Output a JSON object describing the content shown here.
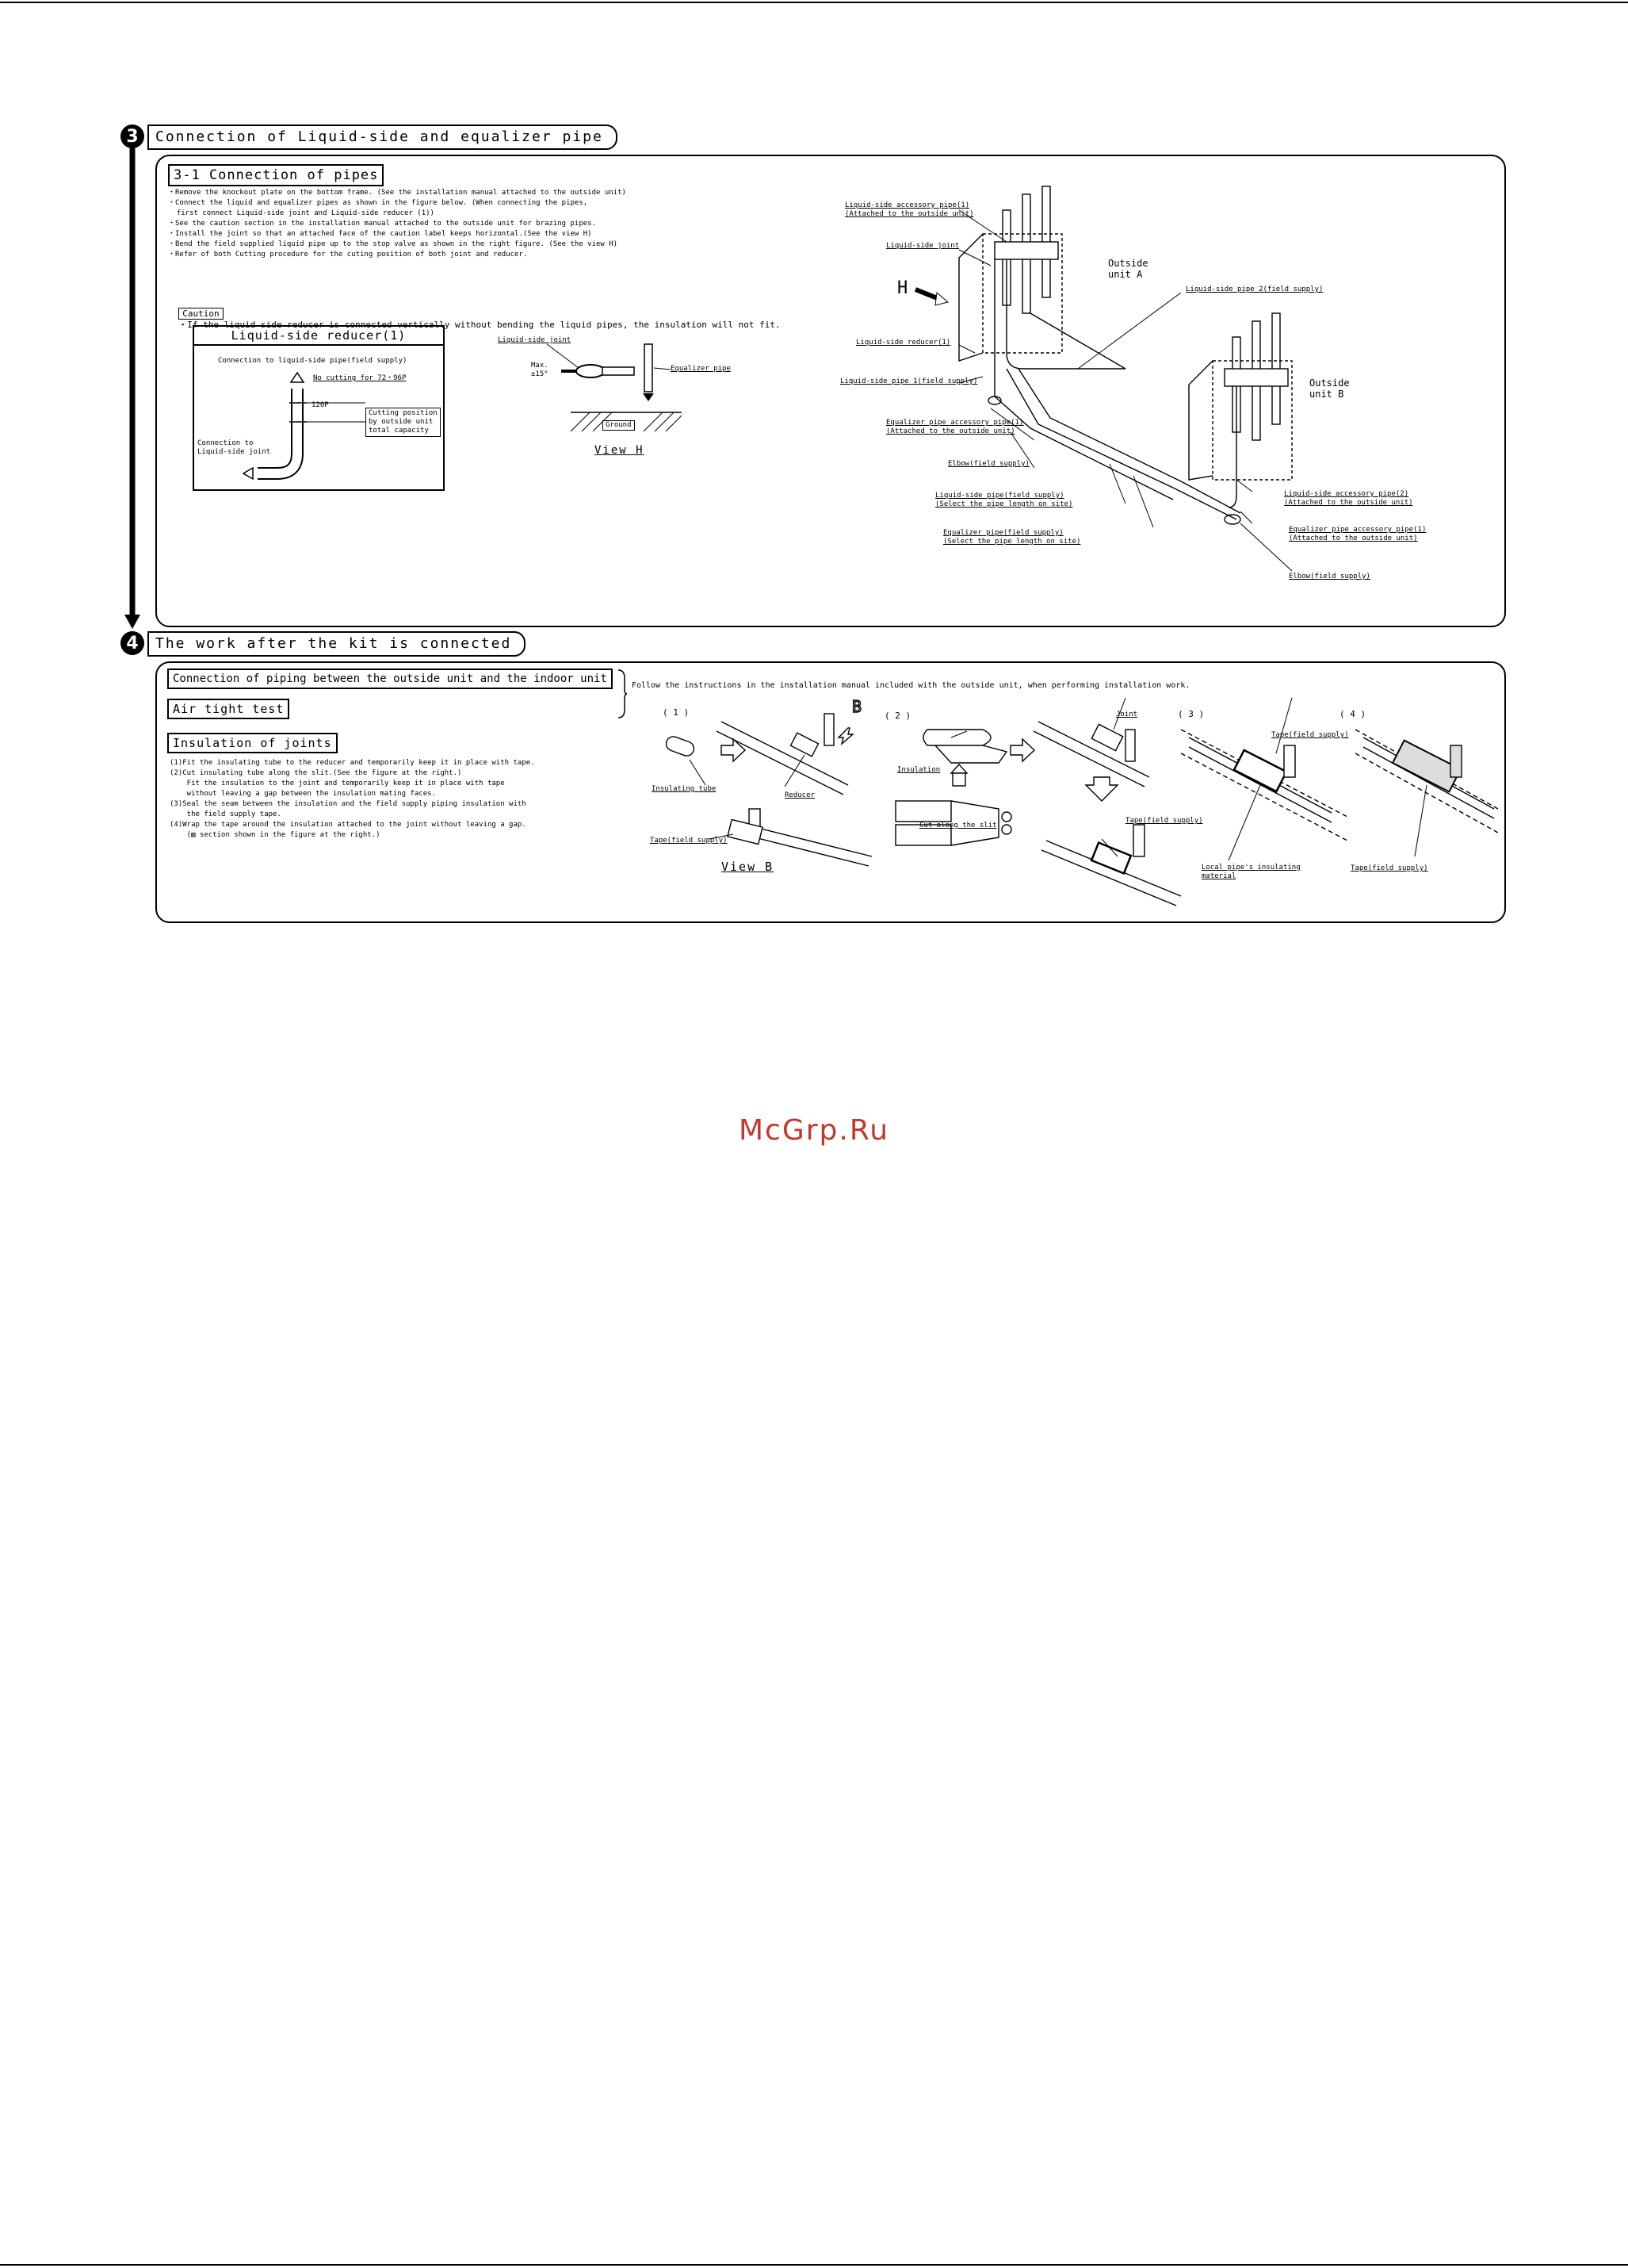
{
  "step3": {
    "number": "3",
    "title": "Connection of Liquid-side and equalizer pipe",
    "heading": "3-1 Connection of pipes",
    "instructions": [
      "・Remove the knockout plate on the bottom frame. (See the installation manual attached to the outside unit)",
      "・Connect the liquid and equalizer pipes as shown in the figure below. (When connecting the pipes,",
      "  first connect Liquid-side joint and Liquid-side reducer (1))",
      "・See the caution section in the installation manual attached to the outside unit for brazing pipes.",
      "・Install the joint so that an attached face of the caution label keeps horizontal.(See the view H)",
      "・Bend the field supplied liquid pipe up to the stop valve as shown in the right figure. (See the view H)",
      "・Refer of both Cutting procedure for the cuting position of both joint and reducer."
    ],
    "caution_label": "Caution",
    "caution_text": "・If the liquid side reducer is connected vertically without bending the liquid pipes, the insulation will not fit.",
    "reducer_box": {
      "title": "Liquid-side reducer(1)",
      "connect_field": "Connection to liquid-side pipe(field supply)",
      "no_cutting": "No cutting for 72・96P",
      "size": "120P",
      "cutting_position": "Cutting position\nby outside unit\ntotal capacity",
      "connect_joint": "Connection to\nLiquid-side joint"
    },
    "view_h": {
      "liquid_joint": "Liquid-side joint",
      "max_angle": "Max.\n±15°",
      "equalizer": "Equalizer pipe",
      "ground": "Ground",
      "view_label": "View H"
    },
    "diagram": {
      "h_marker": "H",
      "outside_a": "Outside\nunit A",
      "outside_b": "Outside\nunit B",
      "accessory1": "Liquid-side accessory pipe(1)\n(Attached to the outside unit)",
      "liquid_joint": "Liquid-side joint",
      "liquid_pipe2": "Liquid-side pipe 2(field supply)",
      "reducer1": "Liquid-side reducer(1)",
      "liquid_pipe1": "Liquid-side pipe 1(field supply)",
      "eq_accessory1": "Equalizer pipe accessory pipe(1)\n(Attached to the outside unit)",
      "elbow1": "Elbow(field supply)",
      "liquid_pipe_field": "Liquid-side pipe(field supply)\n(Select the pipe length on site)",
      "eq_pipe_field": "Equalizer pipe(field supply)\n(Select the pipe length on site)",
      "accessory2": "Liquid-side accessory pipe(2)\n(Attached to the outside unit)",
      "eq_accessory_b": "Equalizer pipe accessory pipe(1)\n(Attached to the outside unit)",
      "elbow2": "Elbow(field supply)"
    }
  },
  "step4": {
    "number": "4",
    "title": "The work after the kit is connected",
    "connection_heading": "Connection of piping between the outside unit and the indoor unit",
    "airtight_heading": "Air tight test",
    "follow_text": "Follow the instructions in the installation manual included with the outside unit, when performing installation work.",
    "insulation_heading": "Insulation of joints",
    "steps": [
      "(1)Fit the insulating tube to the reducer and temporarily keep it in place with tape.",
      "(2)Cut insulating tube along the slit.(See the figure at the right.)",
      "    Fit the insulation to the joint and temporarily keep it in place with tape",
      "    without leaving a gap between the insulation mating faces.",
      "(3)Seal the seam between the insulation and the field supply piping insulation with",
      "    the field supply tape.",
      "(4)Wrap the tape around the insulation attached to the joint without leaving a gap.",
      "    (▨ section shown in the figure at the right.)"
    ],
    "figures": {
      "n1": "( 1 )",
      "n2": "( 2 )",
      "n3": "( 3 )",
      "n4": "( 4 )",
      "b_marker": "B",
      "insulating_tube": "Insulating tube",
      "reducer": "Reducer",
      "tape1": "Tape(field supply)",
      "view_b": "View B",
      "insulation": "Insulation",
      "cut_slit": "Cut along the slit",
      "joint": "Joint",
      "tape2": "Tape(field supply)",
      "tape3": "Tape(field supply)",
      "local_insulation": "Local pipe's insulating\nmaterial",
      "tape4": "Tape(field supply)"
    }
  },
  "watermark": "McGrp.Ru"
}
